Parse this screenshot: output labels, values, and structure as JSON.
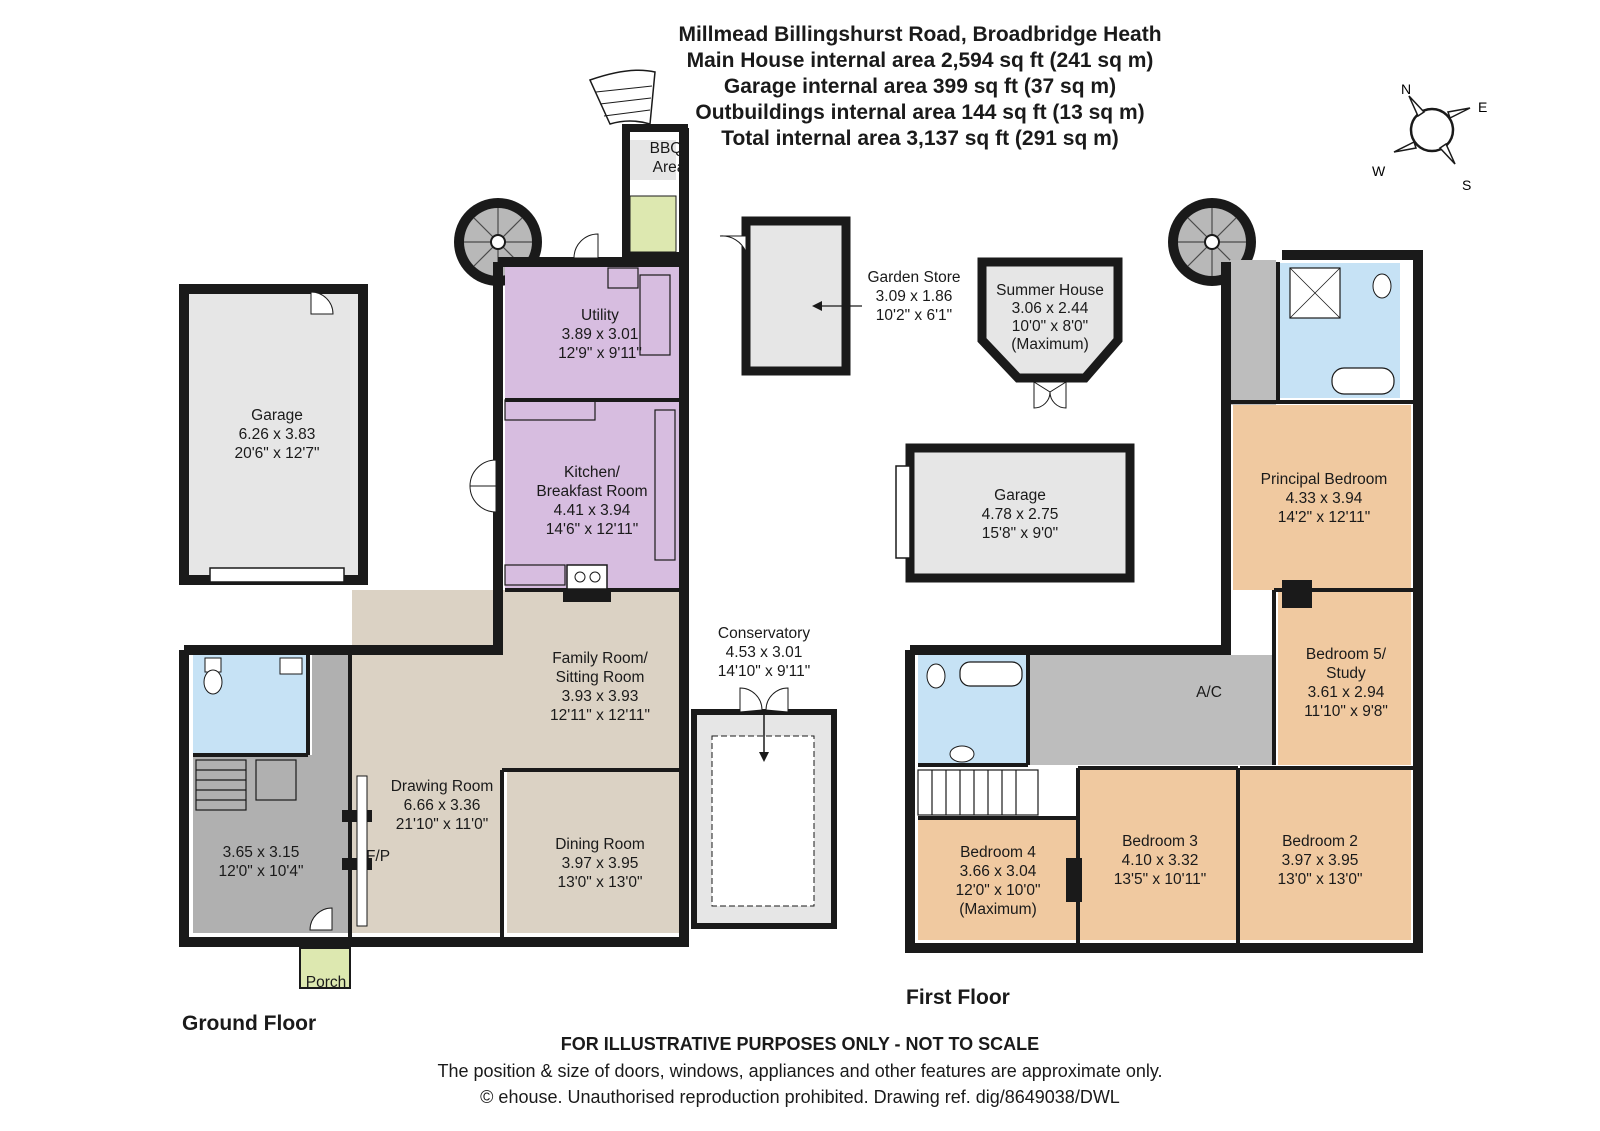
{
  "header": {
    "address": "Millmead Billingshurst Road, Broadbridge Heath",
    "main_house": "Main House internal area 2,594 sq ft (241 sq m)",
    "garage": "Garage internal area 399 sq ft (37 sq m)",
    "outbuildings": "Outbuildings internal area 144 sq ft (13 sq m)",
    "total": "Total internal area 3,137 sq ft (291 sq m)"
  },
  "compass": {
    "n": "N",
    "e": "E",
    "s": "S",
    "w": "W"
  },
  "colors": {
    "wall": "#1a1a1a",
    "utility": "#d7bde0",
    "reception": "#dbd2c4",
    "wet": "#c6e2f5",
    "bedroom": "#f0c9a0",
    "hall": "#bdbdbd",
    "garage": "#e6e6e6",
    "outside": "#dde8b0"
  },
  "rooms": {
    "garage_main": [
      "Garage",
      "6.26 x 3.83",
      "20'6\" x 12'7\""
    ],
    "utility": [
      "Utility",
      "3.89 x 3.01",
      "12'9\" x 9'11\""
    ],
    "kitchen": [
      "Kitchen/",
      "Breakfast Room",
      "4.41 x 3.94",
      "14'6\" x 12'11\""
    ],
    "family": [
      "Family Room/",
      "Sitting Room",
      "3.93 x 3.93",
      "12'11\" x 12'11\""
    ],
    "drawing": [
      "Drawing Room",
      "6.66 x 3.36",
      "21'10\" x 11'0\""
    ],
    "dining": [
      "Dining Room",
      "3.97 x 3.95",
      "13'0\" x 13'0\""
    ],
    "hall": [
      "3.65 x 3.15",
      "12'0\" x 10'4\""
    ],
    "conservatory": [
      "Conservatory",
      "4.53 x 3.01",
      "14'10\" x 9'11\""
    ],
    "garden_store": [
      "Garden Store",
      "3.09 x 1.86",
      "10'2\" x 6'1\""
    ],
    "summer_house": [
      "Summer House",
      "3.06 x 2.44",
      "10'0\" x 8'0\"",
      "(Maximum)"
    ],
    "garage_small": [
      "Garage",
      "4.78 x 2.75",
      "15'8\" x 9'0\""
    ],
    "principal": [
      "Principal Bedroom",
      "4.33 x 3.94",
      "14'2\" x 12'11\""
    ],
    "bedroom5": [
      "Bedroom 5/",
      "Study",
      "3.61 x 2.94",
      "11'10\" x 9'8\""
    ],
    "bedroom4": [
      "Bedroom 4",
      "3.66 x 3.04",
      "12'0\" x 10'0\"",
      "(Maximum)"
    ],
    "bedroom3": [
      "Bedroom 3",
      "4.10 x 3.32",
      "13'5\" x 10'11\""
    ],
    "bedroom2": [
      "Bedroom 2",
      "3.97 x 3.95",
      "13'0\" x 13'0\""
    ]
  },
  "labels": {
    "bbq": [
      "BBQ",
      "Area"
    ],
    "porch": "Porch",
    "fp": "F/P",
    "ac": "A/C",
    "ground_floor": "Ground Floor",
    "first_floor": "First Floor"
  },
  "footer": {
    "disclaimer": "FOR ILLUSTRATIVE PURPOSES ONLY - NOT TO SCALE",
    "note": "The position & size of doors, windows, appliances and other features are approximate only.",
    "copyright": "© ehouse. Unauthorised reproduction prohibited. Drawing ref. dig/8649038/DWL"
  }
}
